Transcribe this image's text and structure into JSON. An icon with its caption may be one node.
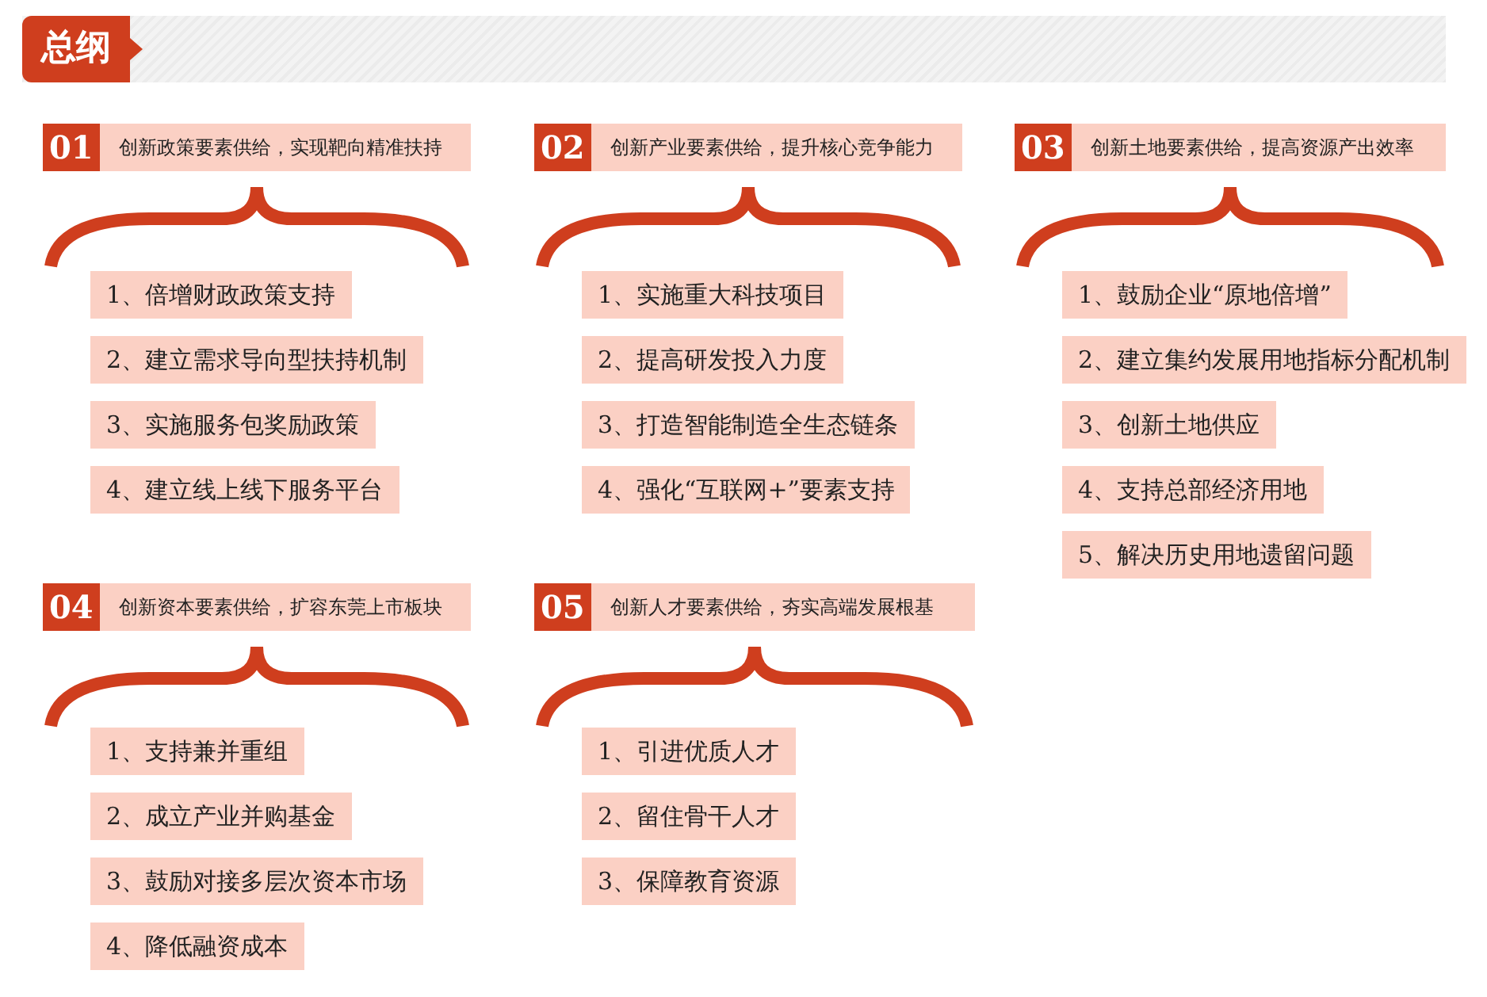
{
  "diagram": {
    "title": "总纲",
    "nodes": [
      {
        "text": [
          "01",
          "创新政策要素供给，实现靶向精准扶持"
        ]
      },
      {
        "text": [
          "1、倍增财政政策支持"
        ]
      },
      {
        "text": [
          "2、建立需求导向型扶持机制"
        ]
      },
      {
        "text": [
          "3、实施服务包奖励政策"
        ]
      },
      {
        "text": [
          "4、建立线上线下服务平台"
        ]
      },
      {
        "text": [
          "02",
          "创新产业要素供给，提升核心竞争能力"
        ]
      },
      {
        "text": [
          "1、实施重大科技项目"
        ]
      },
      {
        "text": [
          "2、提高研发投入力度"
        ]
      },
      {
        "text": [
          "3、打造智能制造全生态链条"
        ]
      },
      {
        "text": [
          "4、强化“互联网+”要素支持"
        ]
      },
      {
        "text": [
          "03",
          "创新土地要素供给，提高资源产出效率"
        ]
      },
      {
        "text": [
          "1、鼓励企业“原地倍增”"
        ]
      },
      {
        "text": [
          "2、建立集约发展用地指标分配机制"
        ]
      },
      {
        "text": [
          "3、创新土地供应"
        ]
      },
      {
        "text": [
          "4、支持总部经济用地"
        ]
      },
      {
        "text": [
          "5、解决历史用地遗留问题"
        ]
      },
      {
        "text": [
          "04",
          "创新资本要素供给，扩容东莞上市板块"
        ]
      },
      {
        "text": [
          "1、支持兼并重组"
        ]
      },
      {
        "text": [
          "2、成立产业并购基金"
        ]
      },
      {
        "text": [
          "3、鼓励对接多层次资本市场"
        ]
      },
      {
        "text": [
          "4、降低融资成本"
        ]
      },
      {
        "text": [
          "05",
          "创新人才要素供给，夯实高端发展根基"
        ]
      },
      {
        "text": [
          "1、引进优质人才"
        ]
      },
      {
        "text": [
          "2、留住骨干人才"
        ]
      },
      {
        "text": [
          "3、保障教育资源"
        ]
      }
    ]
  }
}
